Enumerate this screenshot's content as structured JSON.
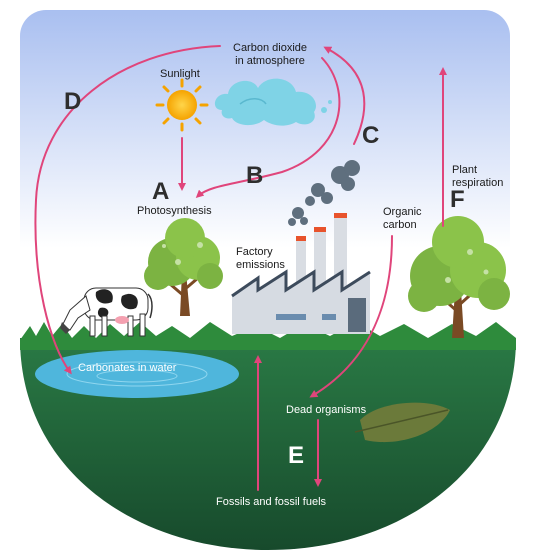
{
  "labels": {
    "co2": "Carbon dioxide\nin atmosphere",
    "sunlight": "Sunlight",
    "photosynthesis": "Photosynthesis",
    "factory": "Factory\nemissions",
    "organic_carbon": "Organic\ncarbon",
    "plant_respiration": "Plant\nrespiration",
    "carbonates": "Carbonates in water",
    "dead_organisms": "Dead organisms",
    "fossils": "Fossils and fossil fuels"
  },
  "letters": {
    "a": "A",
    "b": "B",
    "c": "C",
    "d": "D",
    "e": "E",
    "f": "F"
  },
  "colors": {
    "arrow": "#e0457b",
    "sky_top": "#a9bff0",
    "ground": "#1f5d3a",
    "grass": "#2e8b3c",
    "water": "#4fb6dc",
    "tree_leaf": "#7cb342",
    "tree_trunk": "#7a4a24"
  }
}
